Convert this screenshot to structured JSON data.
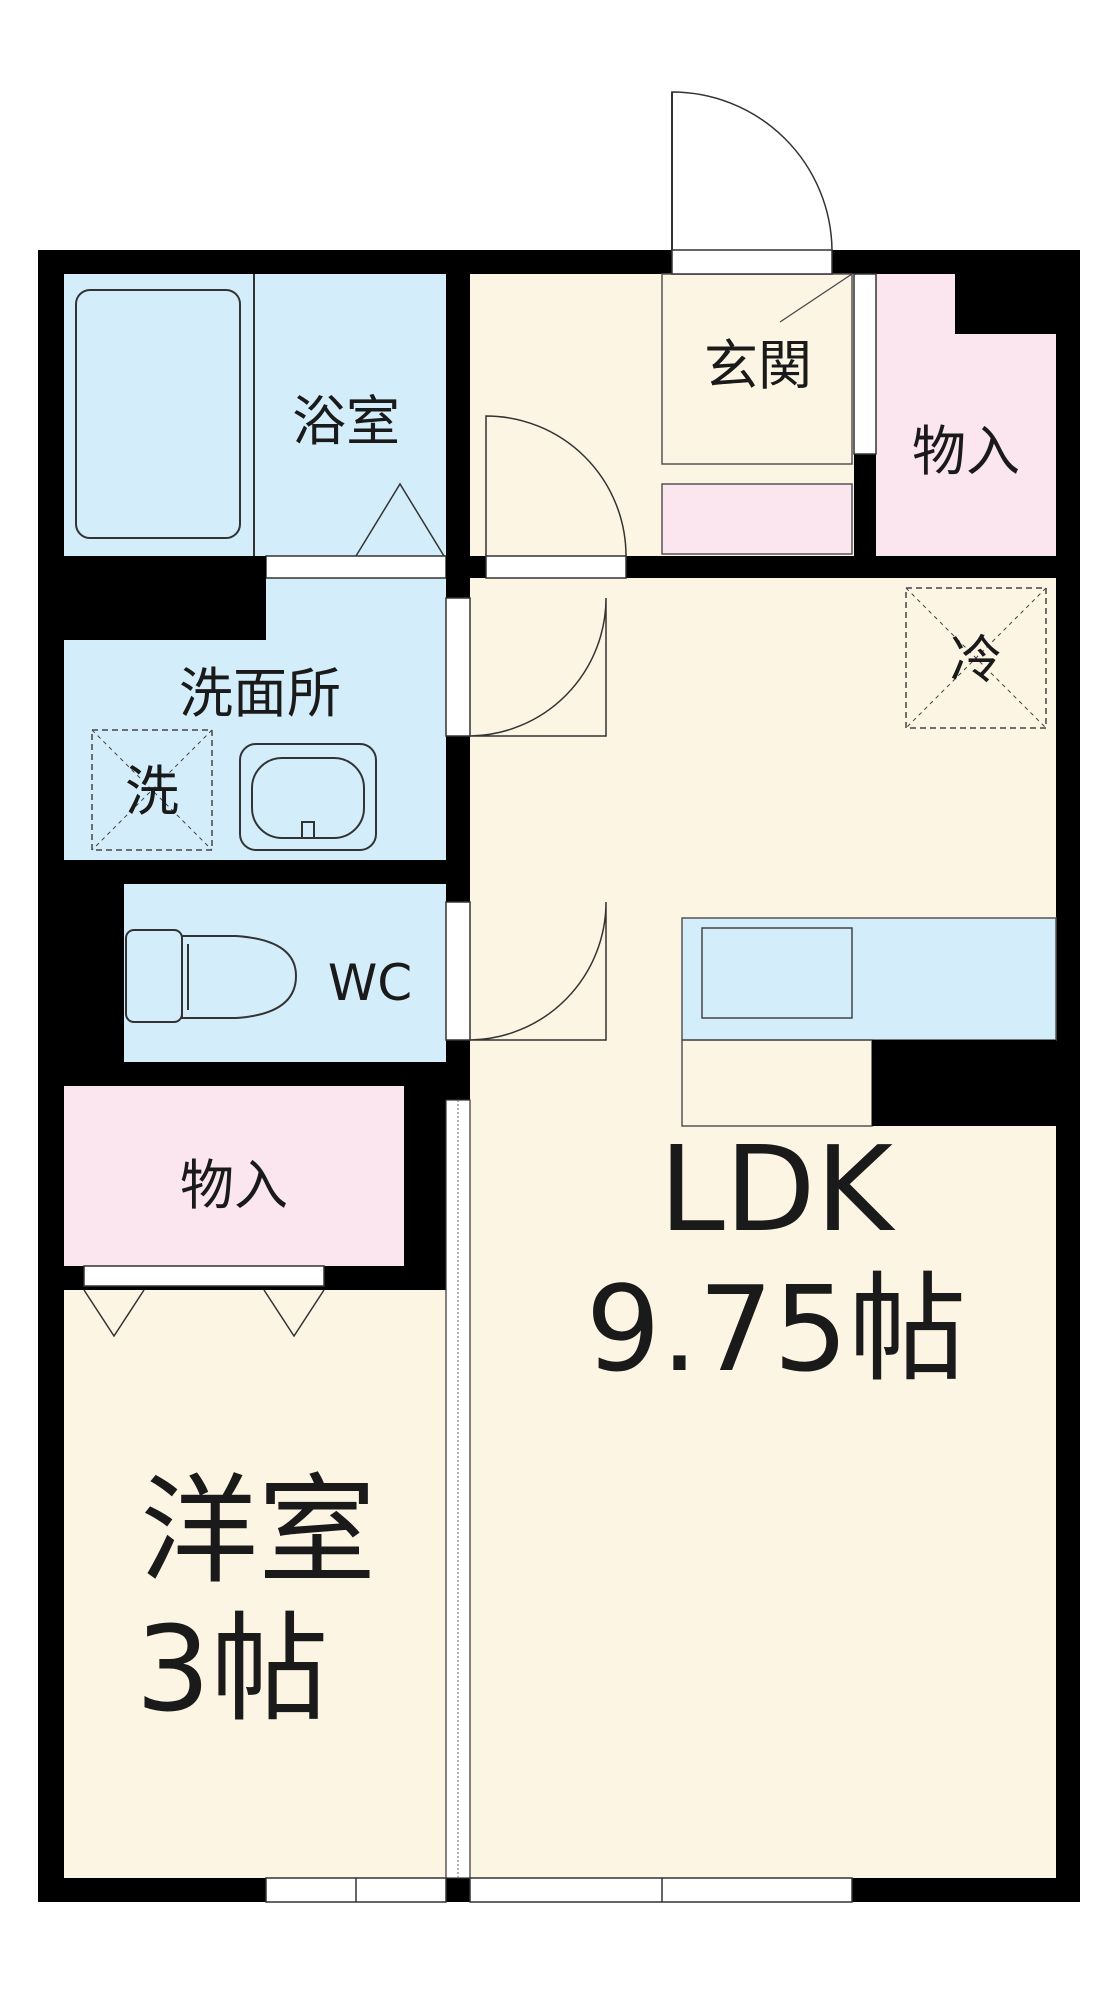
{
  "rooms": {
    "bath": "浴室",
    "entrance": "玄関",
    "storage_entrance": "物入",
    "washroom": "洗面所",
    "washer": "洗",
    "fridge": "冷",
    "wc": "WC",
    "storage_west": "物入",
    "ldk_name": "LDK",
    "ldk_size": "9.75帖",
    "western_name": "洋室",
    "western_size": "3帖"
  },
  "colors": {
    "wall": "#000000",
    "wet_area": "#d3eefa",
    "living_floor": "#fdf5e4",
    "storage": "#fbe5ee"
  }
}
